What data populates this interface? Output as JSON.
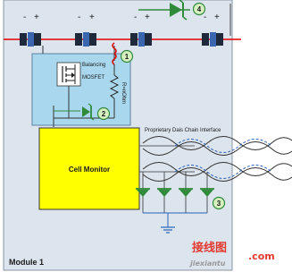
{
  "module": {
    "label": "Module 1"
  },
  "cells": [
    {
      "minus": "-",
      "plus": "+"
    },
    {
      "minus": "-",
      "plus": "+"
    },
    {
      "minus": "-",
      "plus": "+"
    },
    {
      "minus": "-",
      "plus": "+"
    }
  ],
  "balancing": {
    "label": "Balancing",
    "mosfet_label": "MOSFET",
    "resistor_label": "R=nOhm"
  },
  "cell_monitor": {
    "label": "Cell Monitor"
  },
  "interface": {
    "label": "Proprietary Dais Chain Interface"
  },
  "callouts": [
    "1",
    "2",
    "3",
    "4"
  ],
  "watermark": {
    "cn": "接线图",
    "latin": "jiexiantu",
    "com": ".com"
  },
  "colors": {
    "module_bg": "#dce4ee",
    "balancing_box": "#a9d8ee",
    "cell_monitor": "#ffff00",
    "bus_red": "#e60000",
    "green": "#2f8a3a",
    "signal_blue": "#2a63b8"
  }
}
